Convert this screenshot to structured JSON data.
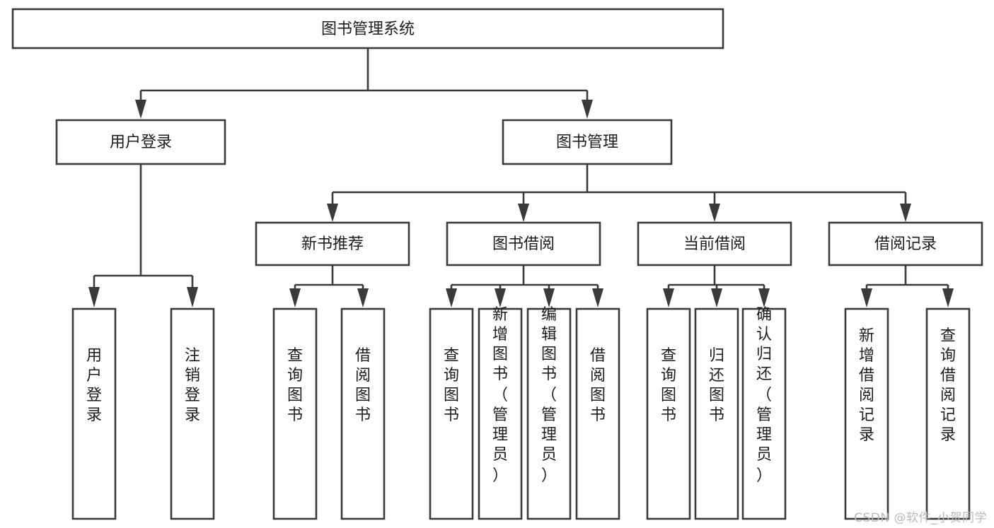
{
  "diagram": {
    "type": "tree-hierarchy",
    "title": "图书管理系统",
    "orientation": "top-down",
    "colors": {
      "box_fill": "#ffffff",
      "box_stroke": "#3a3a3a",
      "text": "#1c1c1c",
      "background": "#ffffff",
      "watermark": "#b9b9b9"
    },
    "root": {
      "label": "图书管理系统"
    },
    "level2": [
      {
        "label": "用户登录"
      },
      {
        "label": "图书管理"
      }
    ],
    "level3": [
      {
        "label": "新书推荐"
      },
      {
        "label": "图书借阅"
      },
      {
        "label": "当前借阅"
      },
      {
        "label": "借阅记录"
      }
    ],
    "leaves_user_login": [
      {
        "label": "用户登录"
      },
      {
        "label": "注销登录"
      }
    ],
    "leaves_new_books": [
      {
        "label": "查询图书"
      },
      {
        "label": "借阅图书"
      }
    ],
    "leaves_borrow": [
      {
        "label": "查询图书"
      },
      {
        "label": "新增图书（管理员）"
      },
      {
        "label": "编辑图书（管理员）"
      },
      {
        "label": "借阅图书"
      }
    ],
    "leaves_current": [
      {
        "label": "查询图书"
      },
      {
        "label": "归还图书"
      },
      {
        "label": "确认归还（管理员）"
      }
    ],
    "leaves_records": [
      {
        "label": "新增借阅记录"
      },
      {
        "label": "查询借阅记录"
      }
    ]
  },
  "watermark": {
    "text": "CSDN @软件_小贺同学"
  }
}
